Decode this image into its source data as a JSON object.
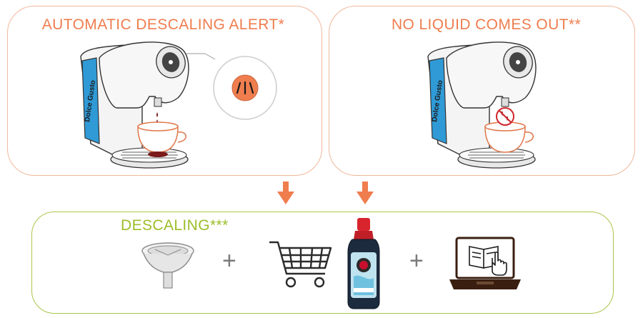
{
  "colors": {
    "orange": "#ef7d4e",
    "orange_border": "#f0b89c",
    "green": "#9cbe2a",
    "green_border": "#aac64a",
    "machine_blue": "#2f9ad6",
    "dark": "#333333"
  },
  "panels": {
    "left": {
      "title": "AUTOMATIC DESCALING ALERT*",
      "icons": [
        "coffee-machine-icon",
        "descaling-alert-light-icon",
        "cup-icon"
      ]
    },
    "right": {
      "title": "NO LIQUID COMES OUT**",
      "icons": [
        "coffee-machine-icon",
        "no-drip-icon",
        "cup-icon"
      ]
    }
  },
  "arrows": [
    "arrow-down-icon",
    "arrow-down-icon"
  ],
  "descaling": {
    "title": "DESCALING***",
    "plus_1": "+",
    "plus_2": "+",
    "icons": [
      "funnel-capsule-icon",
      "shopping-cart-icon",
      "descaler-bottle-icon",
      "laptop-manual-icon"
    ]
  }
}
